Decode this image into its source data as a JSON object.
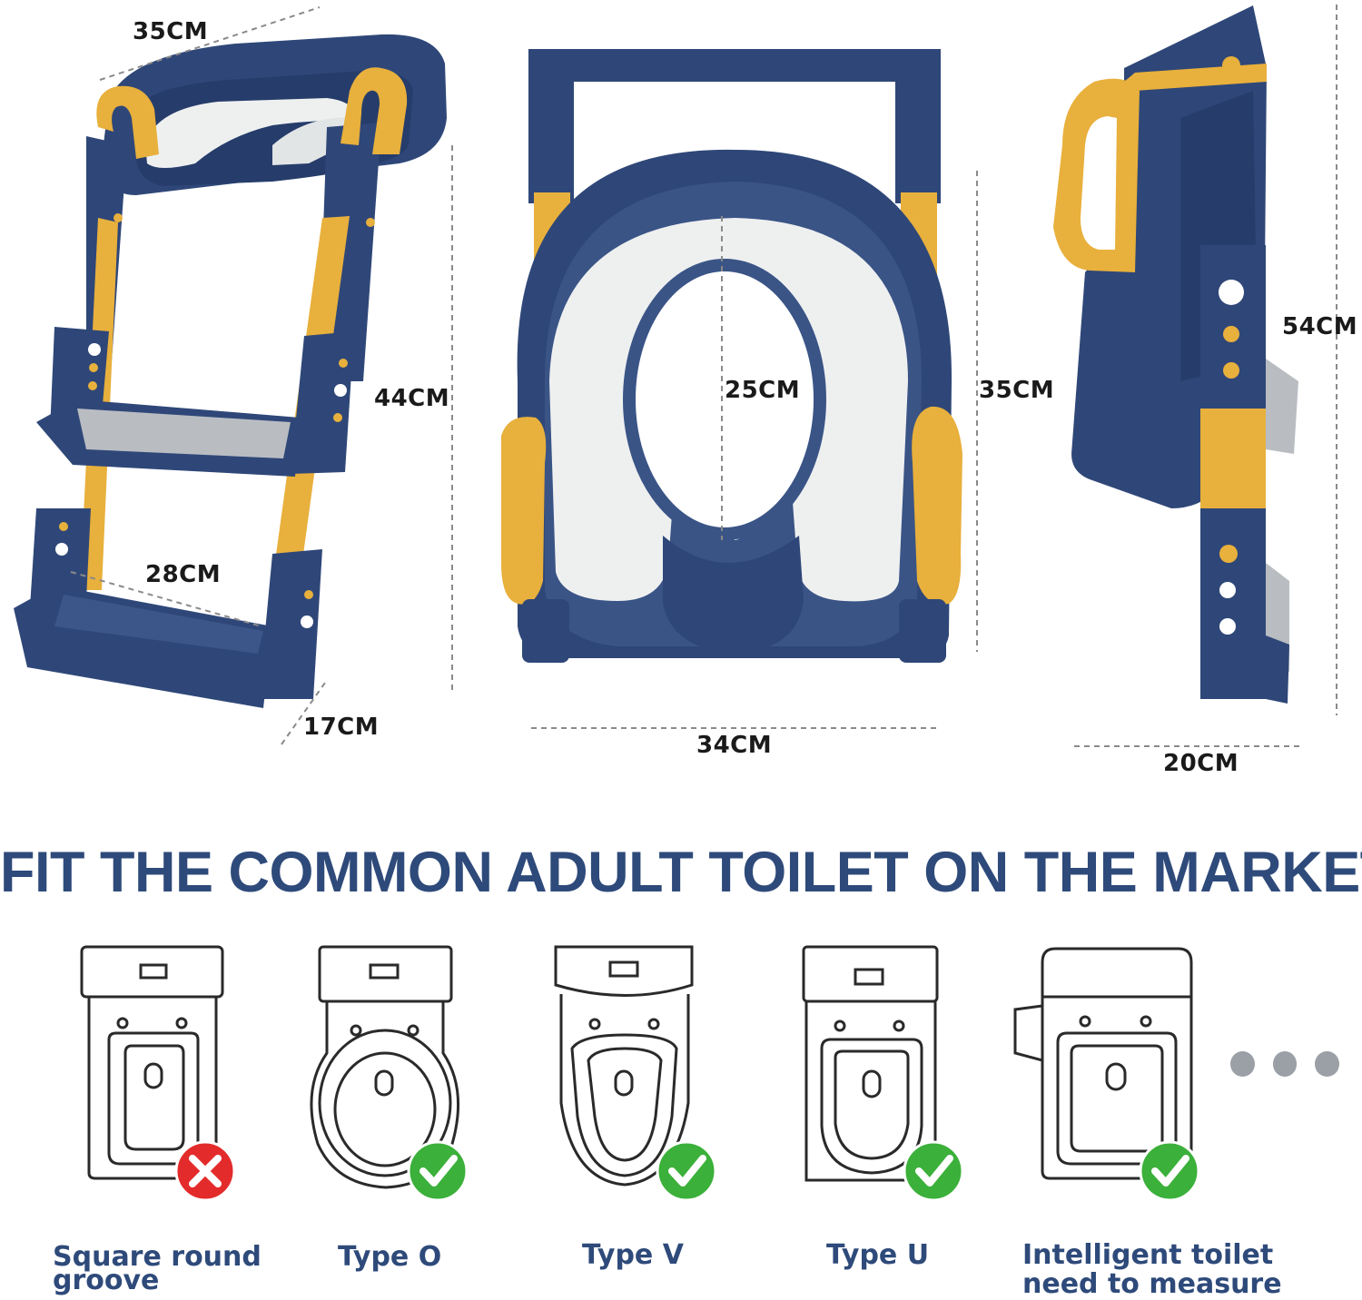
{
  "colors": {
    "navy": "#2f4778",
    "navy_dark": "#1f3260",
    "yellow": "#e8b03c",
    "white_pad": "#eef0f0",
    "gray_step": "#b9bdc2",
    "headline": "#2e4a7a",
    "check_green": "#3bb03a",
    "cross_red": "#e32b2b"
  },
  "dimensions": {
    "top_width": "35CM",
    "ladder_height": "44CM",
    "step_width": "28CM",
    "step_depth": "17CM",
    "seat_inner": "25CM",
    "seat_length": "35CM",
    "seat_width": "34CM",
    "side_height": "54CM",
    "side_depth": "20CM"
  },
  "headline": "FIT THE COMMON ADULT TOILET ON THE MARKET",
  "toilets": [
    {
      "name": "square-round-groove",
      "caption_lines": [
        "Square round",
        "groove"
      ],
      "status": "cross-icon"
    },
    {
      "name": "type-o",
      "caption_lines": [
        "Type O"
      ],
      "status": "check-icon"
    },
    {
      "name": "type-v",
      "caption_lines": [
        "Type V"
      ],
      "status": "check-icon"
    },
    {
      "name": "type-u",
      "caption_lines": [
        "Type U"
      ],
      "status": "check-icon"
    },
    {
      "name": "intelligent-toilet",
      "caption_lines": [
        "Intelligent toilet",
        "need to measure"
      ],
      "status": "check-icon"
    }
  ],
  "more_icon": "ellipsis-icon"
}
